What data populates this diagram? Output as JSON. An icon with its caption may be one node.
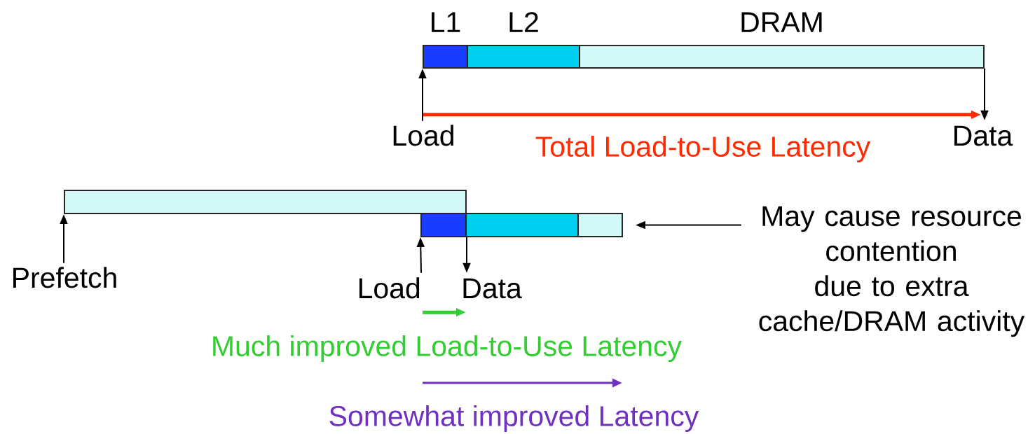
{
  "diagram": {
    "nodes": [
      {
        "text": [
          "L1"
        ]
      },
      {
        "text": [
          "L2"
        ]
      },
      {
        "text": [
          "DRAM"
        ]
      },
      {
        "text": [
          "Load"
        ]
      },
      {
        "text": [
          "Data"
        ]
      },
      {
        "text": [],
        "shape": "bar"
      },
      {
        "text": [],
        "shape": "bar"
      },
      {
        "text": [],
        "shape": "bar"
      },
      {
        "text": [],
        "shape": "bar"
      },
      {
        "text": [
          "Prefetch"
        ]
      },
      {
        "text": [
          "Load"
        ]
      },
      {
        "text": [
          "Data"
        ]
      },
      {
        "text": [
          "May cause resource contention due to extra cache/DRAM activity"
        ]
      }
    ],
    "edges": [
      {
        "from": 3,
        "to": 0,
        "arrow": "to"
      },
      {
        "from": 2,
        "to": 4,
        "arrow": "to"
      },
      {
        "from": 9,
        "to": 5,
        "arrow": "to"
      },
      {
        "from": 10,
        "to": 6,
        "arrow": "to"
      },
      {
        "from": 6,
        "to": 11,
        "arrow": "to"
      },
      {
        "from": 12,
        "to": 8,
        "arrow": "to"
      },
      {
        "from": 3,
        "to": 4,
        "arrow": "to",
        "style": "thick",
        "color": "#ff2a00"
      },
      {
        "from": 10,
        "to": 11,
        "arrow": "to",
        "style": "thick",
        "color": "#33cc33"
      }
    ],
    "labels": [
      "Total Load-to-Use Latency",
      "Much improved Load-to-Use Latency",
      "Somewhat improved Latency"
    ]
  }
}
